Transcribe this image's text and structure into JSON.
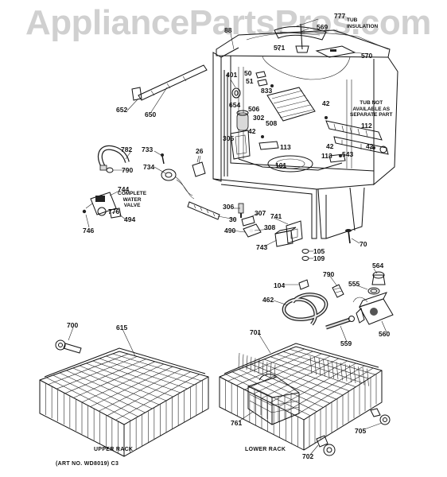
{
  "watermark": "AppliancePartsPros.com",
  "notes": {
    "tub_insulation": "TUB\nINSULATION",
    "tub_not_available": "TUB NOT\nAVAILABLE AS\nSEPARATE PART",
    "complete_water_valve": "COMPLETE\nWATER\nVALVE"
  },
  "captions": {
    "upper_rack": "UPPER RACK",
    "lower_rack": "LOWER RACK",
    "art_no": "(ART NO. WD8019) C3"
  },
  "callouts": [
    {
      "id": "777",
      "label": "777"
    },
    {
      "id": "569",
      "label": "569"
    },
    {
      "id": "88",
      "label": "88"
    },
    {
      "id": "571",
      "label": "571"
    },
    {
      "id": "570",
      "label": "570"
    },
    {
      "id": "401",
      "label": "401"
    },
    {
      "id": "50",
      "label": "50"
    },
    {
      "id": "51",
      "label": "51"
    },
    {
      "id": "833",
      "label": "833"
    },
    {
      "id": "652",
      "label": "652"
    },
    {
      "id": "650",
      "label": "650"
    },
    {
      "id": "654",
      "label": "654"
    },
    {
      "id": "506",
      "label": "506"
    },
    {
      "id": "302",
      "label": "302"
    },
    {
      "id": "42a",
      "label": "42"
    },
    {
      "id": "42b",
      "label": "42"
    },
    {
      "id": "508",
      "label": "508"
    },
    {
      "id": "112",
      "label": "112"
    },
    {
      "id": "305",
      "label": "305"
    },
    {
      "id": "113a",
      "label": "113"
    },
    {
      "id": "42c",
      "label": "42"
    },
    {
      "id": "42d",
      "label": "42"
    },
    {
      "id": "543",
      "label": "543"
    },
    {
      "id": "113b",
      "label": "113"
    },
    {
      "id": "782",
      "label": "782"
    },
    {
      "id": "733",
      "label": "733"
    },
    {
      "id": "26",
      "label": "26"
    },
    {
      "id": "790a",
      "label": "790"
    },
    {
      "id": "734",
      "label": "734"
    },
    {
      "id": "101",
      "label": "101"
    },
    {
      "id": "744",
      "label": "744"
    },
    {
      "id": "776",
      "label": "776"
    },
    {
      "id": "494",
      "label": "494"
    },
    {
      "id": "746",
      "label": "746"
    },
    {
      "id": "306",
      "label": "306"
    },
    {
      "id": "30",
      "label": "30"
    },
    {
      "id": "307",
      "label": "307"
    },
    {
      "id": "741",
      "label": "741"
    },
    {
      "id": "308",
      "label": "308"
    },
    {
      "id": "490",
      "label": "490"
    },
    {
      "id": "743",
      "label": "743"
    },
    {
      "id": "70",
      "label": "70"
    },
    {
      "id": "105",
      "label": "105"
    },
    {
      "id": "109",
      "label": "109"
    },
    {
      "id": "564",
      "label": "564"
    },
    {
      "id": "790b",
      "label": "790"
    },
    {
      "id": "555",
      "label": "555"
    },
    {
      "id": "104",
      "label": "104"
    },
    {
      "id": "462",
      "label": "462"
    },
    {
      "id": "560",
      "label": "560"
    },
    {
      "id": "559",
      "label": "559"
    },
    {
      "id": "700",
      "label": "700"
    },
    {
      "id": "615",
      "label": "615"
    },
    {
      "id": "701",
      "label": "701"
    },
    {
      "id": "761",
      "label": "761"
    },
    {
      "id": "705",
      "label": "705"
    },
    {
      "id": "702",
      "label": "702"
    }
  ]
}
